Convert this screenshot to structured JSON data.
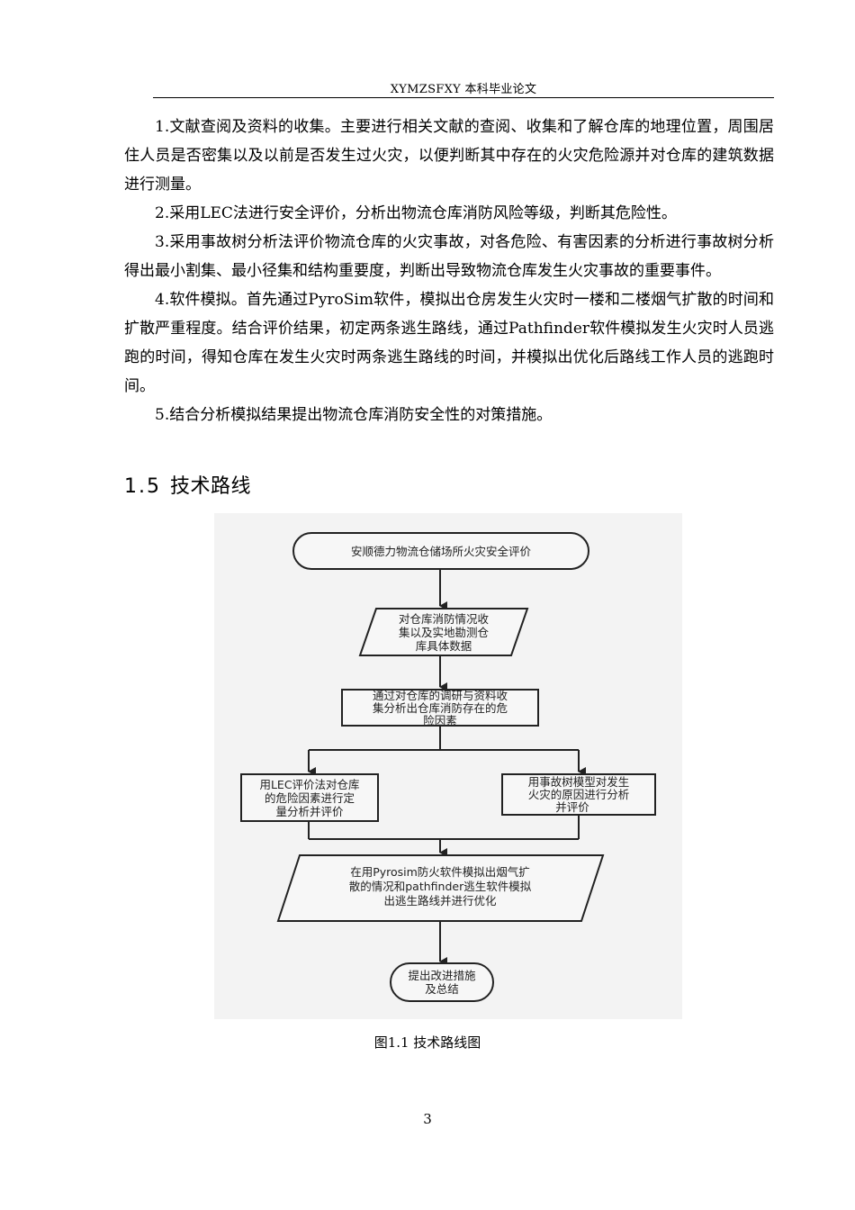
{
  "header": {
    "title": "XYMZSFXY 本科毕业论文"
  },
  "paragraphs": [
    "1.文献查阅及资料的收集。主要进行相关文献的查阅、收集和了解仓库的地理位置，周围居住人员是否密集以及以前是否发生过火灾，以便判断其中存在的火灾危险源并对仓库的建筑数据进行测量。",
    "2.采用LEC法进行安全评价，分析出物流仓库消防风险等级，判断其危险性。",
    "3.采用事故树分析法评价物流仓库的火灾事故，对各危险、有害因素的分析进行事故树分析得出最小割集、最小径集和结构重要度，判断出导致物流仓库发生火灾事故的重要事件。",
    "4.软件模拟。首先通过PyroSim软件，模拟出仓房发生火灾时一楼和二楼烟气扩散的时间和扩散严重程度。结合评价结果，初定两条逃生路线，通过Pathfinder软件模拟发生火灾时人员逃跑的时间，得知仓库在发生火灾时两条逃生路线的时间，并模拟出优化后路线工作人员的逃跑时间。",
    "5.结合分析模拟结果提出物流仓库消防安全性的对策措施。"
  ],
  "section": {
    "number": "1.5",
    "title": "技术路线"
  },
  "flowchart": {
    "start": "安顺德力物流仓储场所火灾安全评价",
    "step1": [
      "对仓库消防情况收",
      "集以及实地勘测仓",
      "库具体数据"
    ],
    "step2": [
      "通过对仓库的调研与资料收",
      "集分析出仓库消防存在的危",
      "险因素"
    ],
    "left": [
      "用LEC评价法对仓库",
      "的危险因素进行定",
      "量分析并评价"
    ],
    "right": [
      "用事故树模型对发生",
      "火灾的原因进行分析",
      "并评价"
    ],
    "step4": [
      "在用Pyrosim防火软件模拟出烟气扩",
      "散的情况和pathfinder逃生软件模拟",
      "出逃生路线并进行优化"
    ],
    "end": [
      "提出改进措施",
      "及总结"
    ]
  },
  "caption": "图1.1  技术路线图",
  "page_number": "3"
}
